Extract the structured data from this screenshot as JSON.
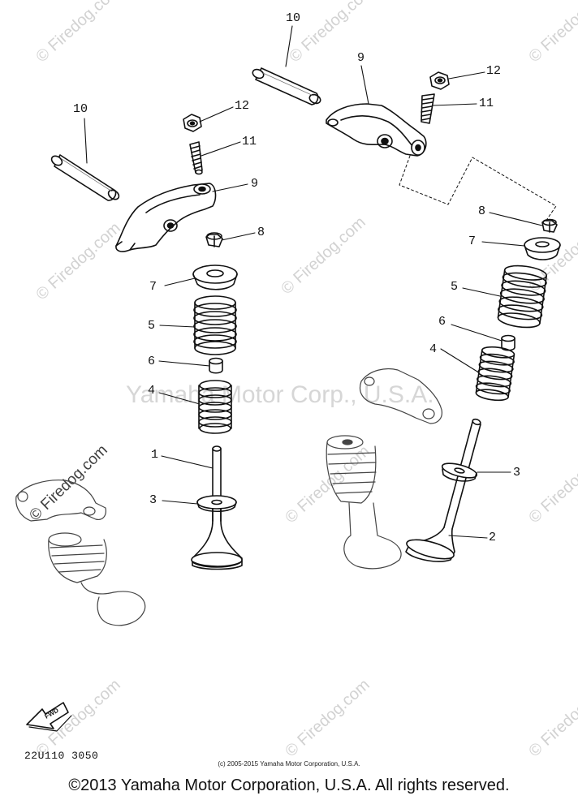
{
  "watermark_text": "© Firedog.com",
  "big_watermark_text": "Yamaha Motor Corp., U.S.A.",
  "fwd_label": "FWD",
  "diagram_code": "22U110 3050",
  "small_copyright": "(c) 2005-2015 Yamaha Motor Corporation, U.S.A.",
  "main_copyright": "©2013 Yamaha Motor Corporation, U.S.A. All rights reserved.",
  "callouts": {
    "left_10": "10",
    "left_12": "12",
    "left_11": "11",
    "left_9": "9",
    "left_8": "8",
    "left_7": "7",
    "left_5": "5",
    "left_6": "6",
    "left_4": "4",
    "left_1": "1",
    "left_3": "3",
    "right_10": "10",
    "right_9": "9",
    "right_12": "12",
    "right_11": "11",
    "right_8": "8",
    "right_7": "7",
    "right_5": "5",
    "right_6": "6",
    "right_4": "4",
    "right_3": "3",
    "right_2": "2"
  }
}
